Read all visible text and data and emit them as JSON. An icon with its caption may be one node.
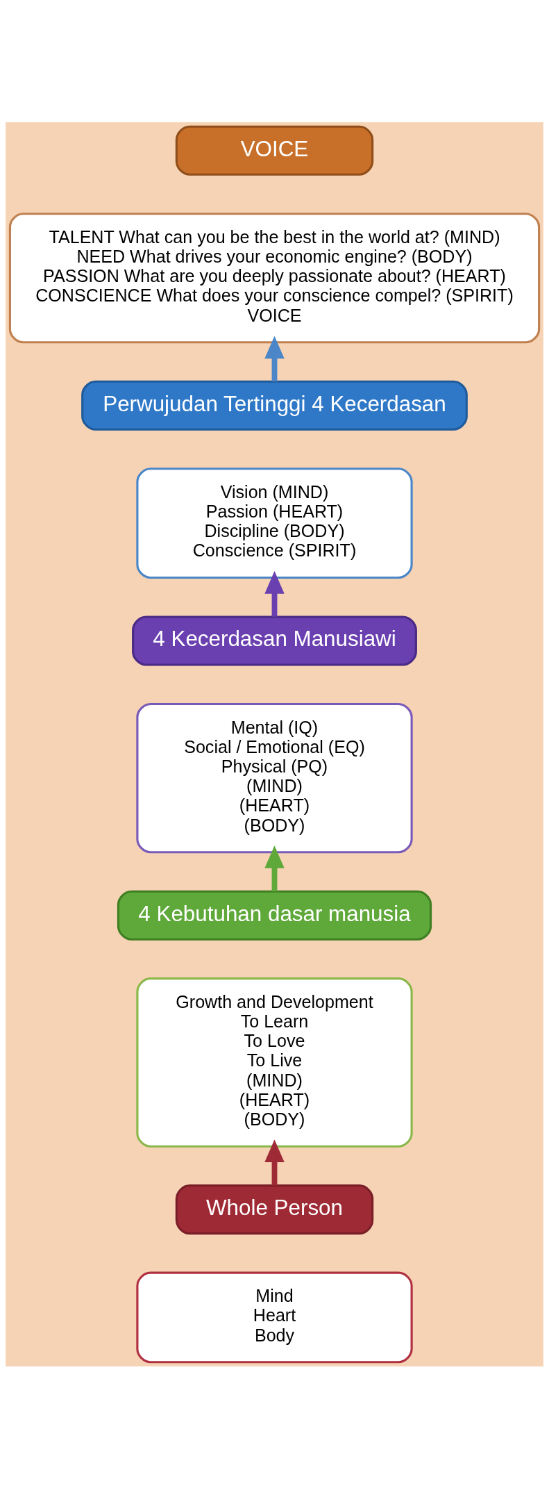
{
  "diagram": {
    "nodes": [
      {
        "text": [
          "Mind",
          "Heart",
          "Body"
        ]
      },
      {
        "text": [
          "Whole Person"
        ]
      },
      {
        "text": [
          "Growth and Development",
          "To Learn",
          "To Love",
          "To Live",
          "(MIND)",
          "(HEART)",
          "(BODY)"
        ]
      },
      {
        "text": [
          "4 Kebutuhan dasar manusia"
        ]
      },
      {
        "text": [
          "Mental (IQ)",
          "Social / Emotional (EQ)",
          "Physical (PQ)",
          "(MIND)",
          "(HEART)",
          "(BODY)"
        ]
      },
      {
        "text": [
          "4 Kecerdasan Manusiawi"
        ]
      },
      {
        "text": [
          "Vision (MIND)",
          "Passion (HEART)",
          "Discipline (BODY)",
          "Conscience (SPIRIT)"
        ]
      },
      {
        "text": [
          "Perwujudan Tertinggi 4 Kecerdasan"
        ]
      },
      {
        "text": [
          "TALENT What can you be the best in the world at? (MIND)",
          "NEED What drives your economic engine? (BODY)",
          "PASSION What are you deeply passionate about? (HEART)",
          "CONSCIENCE What does your conscience compel? (SPIRIT)",
          "VOICE"
        ]
      },
      {
        "text": [
          "VOICE"
        ]
      }
    ],
    "edges": [
      {
        "from": 1,
        "to": 2,
        "arrow": "to",
        "color": "#9e2a35"
      },
      {
        "from": 3,
        "to": 4,
        "arrow": "to",
        "color": "#5fa83a"
      },
      {
        "from": 5,
        "to": 6,
        "arrow": "to",
        "color": "#6a3fb0"
      },
      {
        "from": 7,
        "to": 8,
        "arrow": "to",
        "color": "#4a86c8"
      }
    ]
  }
}
